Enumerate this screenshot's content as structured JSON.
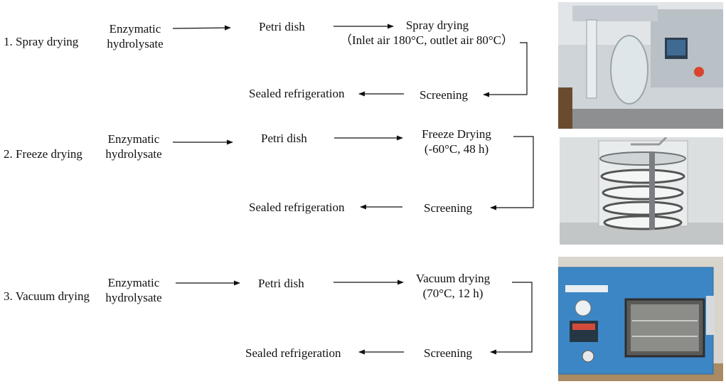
{
  "rows": [
    {
      "method": "1. Spray drying",
      "source": [
        "Enzymatic",
        "hydrolysate"
      ],
      "dish": "Petri dish",
      "process": "Spray drying",
      "condition": "（Inlet air 180°C, outlet air 80°C）",
      "screening": "Screening",
      "storage": "Sealed refrigeration",
      "photo": "spray-dryer-photo"
    },
    {
      "method": "2. Freeze drying",
      "source": [
        "Enzymatic",
        "hydrolysate"
      ],
      "dish": "Petri dish",
      "process": "Freeze Drying",
      "condition": "(-60°C, 48 h)",
      "screening": "Screening",
      "storage": "Sealed refrigeration",
      "photo": "freeze-dryer-photo"
    },
    {
      "method": "3. Vacuum drying",
      "source": [
        "Enzymatic",
        "hydrolysate"
      ],
      "dish": "Petri dish",
      "process": "Vacuum drying",
      "condition": "(70°C, 12 h)",
      "screening": "Screening",
      "storage": "Sealed refrigeration",
      "photo": "vacuum-oven-photo"
    }
  ]
}
